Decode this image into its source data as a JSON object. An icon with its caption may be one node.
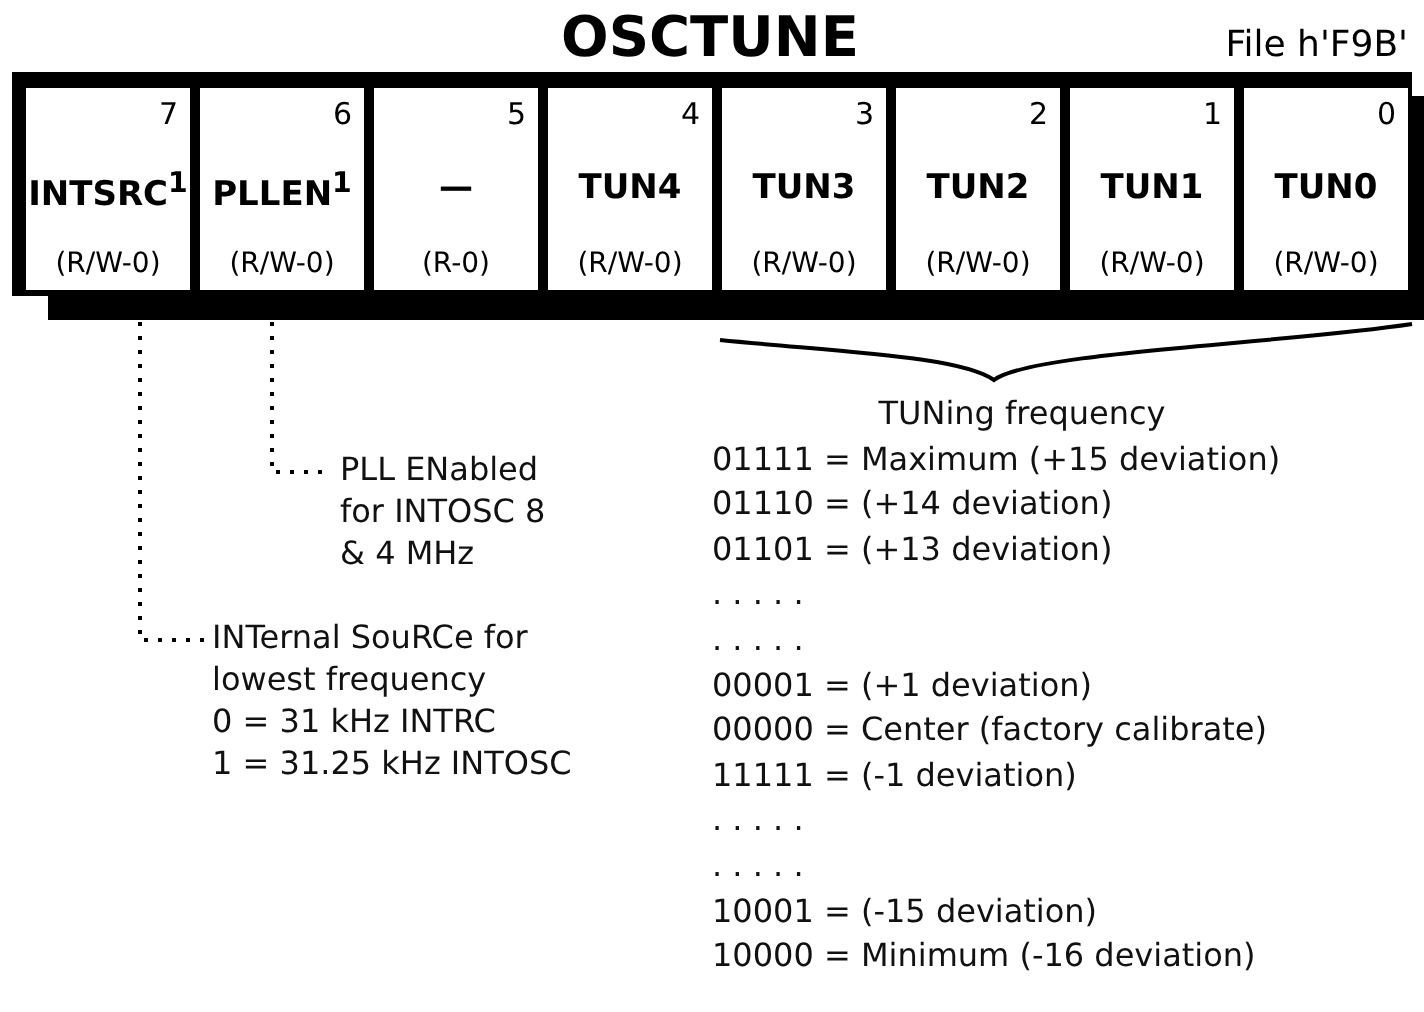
{
  "diagram": {
    "title": "OSCTUNE",
    "nodes": [
      {
        "text": [],
        "shape": "box"
      },
      {
        "text": [
          "7",
          "INTSRC$^{1}$",
          "(R/W-0)"
        ],
        "in": 0
      },
      {
        "text": [
          "6",
          "PLLEN$^{1}$",
          "(R/W-0)"
        ],
        "in": 0
      },
      {
        "text": [
          "5",
          "—",
          "(R-0)"
        ],
        "in": 0
      },
      {
        "text": [
          "4",
          "TUN4",
          "(R/W-0)"
        ],
        "in": 0
      },
      {
        "text": [
          "3",
          "TUN3",
          "(R/W-0)"
        ],
        "in": 0
      },
      {
        "text": [
          "2",
          "TUN2",
          "(R/W-0)"
        ],
        "in": 0
      },
      {
        "text": [
          "1",
          "TUN1",
          "(R/W-0)"
        ],
        "in": 0
      },
      {
        "text": [
          "0",
          "TUN0",
          "(R/W-0)"
        ],
        "in": 0
      },
      {
        "text": [
          "PLL ENabled for INTOSC 8 & 4 MHz"
        ]
      },
      {
        "text": [
          "INTernal SouRCe for lowest frequency",
          "0 = 31 kHz INTRC",
          "1 = 31.25 kHz INTOSC"
        ]
      },
      {
        "text": [
          "TUNing frequency",
          "01111 = Maximum (+15 deviation)",
          "01110 = (+14 deviation)",
          "01101 = (+13 deviation)",
          ". . . . .",
          ". . . . .",
          "00001 = (+1 deviation)",
          "00000 = Center (factory calibrate)",
          "11111 = (-1 deviation)",
          ". . . . .",
          ". . . . .",
          "10001 = (-15 deviation)",
          "10000 = Minimum (-16 deviation)"
        ]
      }
    ],
    "edges": [
      {
        "from": 2,
        "to": 9,
        "arrow": "none",
        "style": "dashed"
      },
      {
        "from": 1,
        "to": 10,
        "arrow": "none",
        "style": "dashed"
      }
    ],
    "labels": [
      "File h'F9B'"
    ]
  }
}
